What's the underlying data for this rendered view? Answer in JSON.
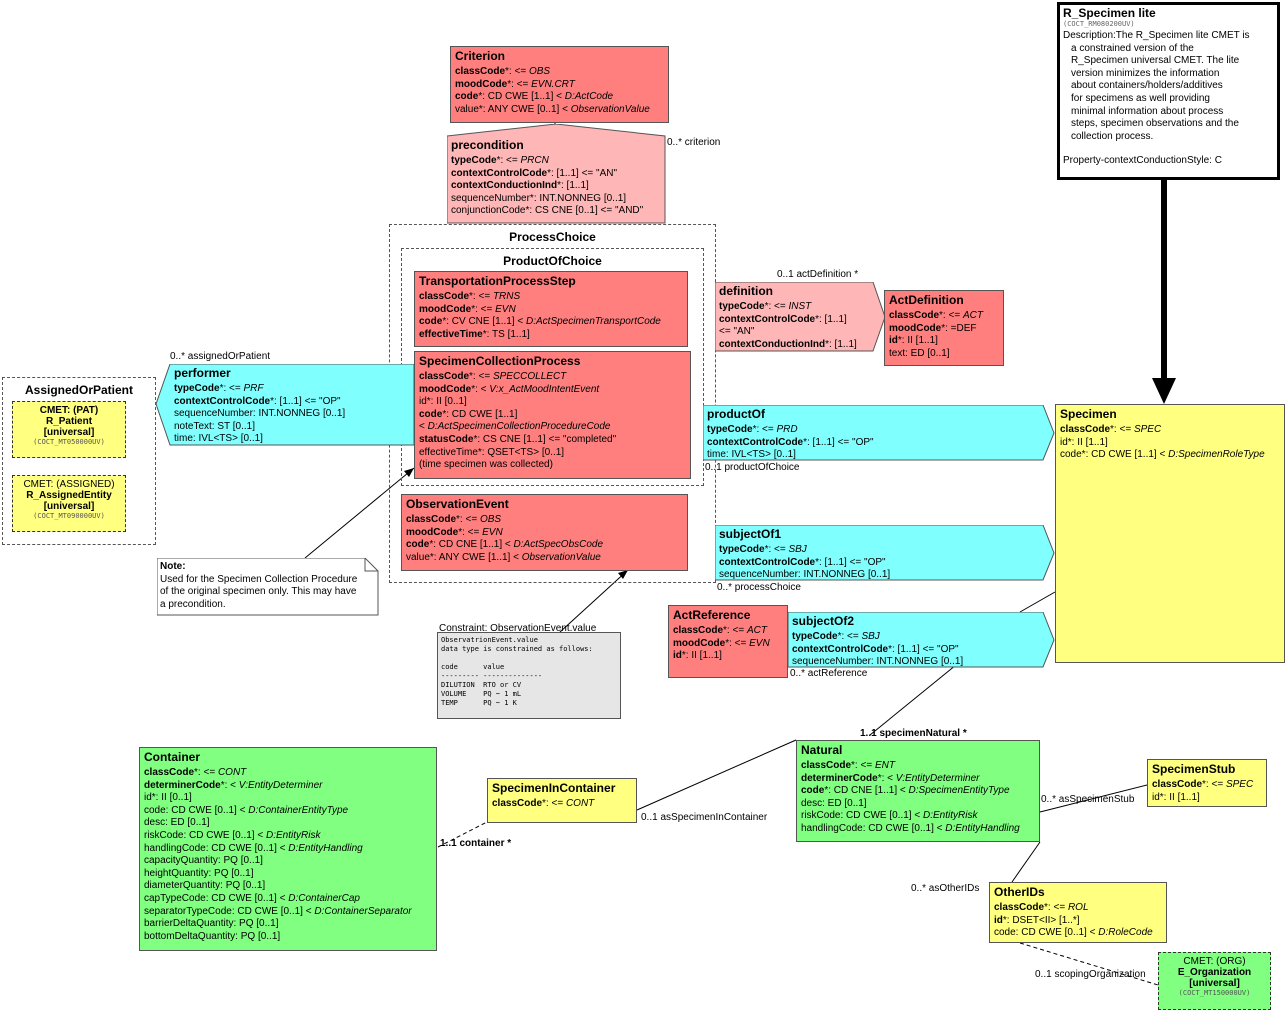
{
  "r_specimen": {
    "title": "R_Specimen lite",
    "code": "(COCT_RM080200UV)",
    "desc": [
      "Description:The R_Specimen lite CMET is",
      "a constrained version of the",
      "R_Specimen universal CMET. The lite",
      "version minimizes the information",
      "about containers/holders/additives",
      "for specimens as well providing",
      "minimal information about process",
      "steps, specimen observations and the",
      "collection process."
    ],
    "property": "Property-contextConductionStyle: C"
  },
  "criterion": {
    "title": "Criterion",
    "rows": [
      {
        "b": "classCode",
        "t": "*: <= ",
        "i": "OBS"
      },
      {
        "b": "moodCode",
        "t": "*: <= ",
        "i": "EVN.CRT"
      },
      {
        "b": "code",
        "t": "*: CD CWE [1..1] < ",
        "i": "D:ActCode"
      },
      {
        "b": "",
        "t": "value*: ANY CWE [0..1] < ",
        "i": "ObservationValue"
      }
    ]
  },
  "precondition": {
    "title": "precondition",
    "rows": [
      {
        "b": "typeCode",
        "t": "*: <= ",
        "i": "PRCN"
      },
      {
        "b": "contextControlCode",
        "t": "*: [1..1] <= \"AN\"",
        "i": ""
      },
      {
        "b": "contextConductionInd",
        "t": "*: [1..1]",
        "i": ""
      },
      {
        "b": "",
        "t": "sequenceNumber*: INT.NONNEG [0..1]",
        "i": ""
      },
      {
        "b": "",
        "t": "conjunctionCode*: CS CNE [0..1] <= \"AND\"",
        "i": ""
      }
    ],
    "label": "0..* criterion"
  },
  "process_choice": "ProcessChoice",
  "product_of_choice": "ProductOfChoice",
  "transport": {
    "title": "TransportationProcessStep",
    "rows": [
      {
        "b": "classCode",
        "t": "*: <= ",
        "i": "TRNS"
      },
      {
        "b": "moodCode",
        "t": "*: <= ",
        "i": "EVN"
      },
      {
        "b": "code",
        "t": "*: CV CNE [1..1] < ",
        "i": "D:ActSpecimenTransportCode"
      },
      {
        "b": "effectiveTime",
        "t": "*: TS [1..1]",
        "i": ""
      }
    ]
  },
  "collection": {
    "title": "SpecimenCollectionProcess",
    "rows": [
      {
        "b": "classCode",
        "t": "*: <= ",
        "i": "SPECCOLLECT"
      },
      {
        "b": "moodCode",
        "t": "*: < ",
        "i": "V:x_ActMoodIntentEvent"
      },
      {
        "b": "",
        "t": "id*: II [0..1]",
        "i": ""
      },
      {
        "b": "code",
        "t": "*: CD CWE [1..1]",
        "i": ""
      },
      {
        "b": "",
        "t": " < ",
        "i": "D:ActSpecimenCollectionProcedureCode"
      },
      {
        "b": "statusCode",
        "t": "*: CS CNE [1..1] <= \"completed\"",
        "i": ""
      },
      {
        "b": "",
        "t": "effectiveTime*: QSET<TS> [0..1]",
        "i": ""
      },
      {
        "b": "",
        "t": " (time specimen was collected)",
        "i": ""
      }
    ]
  },
  "observation": {
    "title": "ObservationEvent",
    "rows": [
      {
        "b": "classCode",
        "t": "*: <= ",
        "i": "OBS"
      },
      {
        "b": "moodCode",
        "t": "*: <= ",
        "i": "EVN"
      },
      {
        "b": "code",
        "t": "*: CD CNE [1..1] < ",
        "i": "D:ActSpecObsCode"
      },
      {
        "b": "",
        "t": "value*: ANY CWE [1..1] < ",
        "i": "ObservationValue"
      }
    ]
  },
  "definition": {
    "title": "definition",
    "rows": [
      {
        "b": "typeCode",
        "t": "*: <= ",
        "i": "INST"
      },
      {
        "b": "contextControlCode",
        "t": "*: [1..1]",
        "i": ""
      },
      {
        "b": "",
        "t": " <= \"AN\"",
        "i": ""
      },
      {
        "b": "contextConductionInd",
        "t": "*: [1..1]",
        "i": ""
      }
    ],
    "label": "0..1 actDefinition  *"
  },
  "actdefinition": {
    "title": "ActDefinition",
    "rows": [
      {
        "b": "classCode",
        "t": "*: <= ",
        "i": "ACT"
      },
      {
        "b": "moodCode",
        "t": "*: =DEF",
        "i": ""
      },
      {
        "b": "id",
        "t": "*: II [1..1]",
        "i": ""
      },
      {
        "b": "",
        "t": "text: ED [0..1]",
        "i": ""
      }
    ]
  },
  "assigned_or_patient": {
    "title": "AssignedOrPatient",
    "cmet1": {
      "l1": "CMET: (PAT)",
      "l2": "R_Patient",
      "l3": "[universal]",
      "l4": "(COCT_MT050000UV)"
    },
    "cmet2": {
      "l1": "CMET: (ASSIGNED)",
      "l2": "R_AssignedEntity",
      "l3": "[universal]",
      "l4": "(COCT_MT090000UV)"
    }
  },
  "performer": {
    "title": "performer",
    "rows": [
      {
        "b": "typeCode",
        "t": "*: <= ",
        "i": "PRF"
      },
      {
        "b": "contextControlCode",
        "t": "*: [1..1] <= \"OP\"",
        "i": ""
      },
      {
        "b": "",
        "t": "sequenceNumber: INT.NONNEG [0..1]",
        "i": ""
      },
      {
        "b": "",
        "t": "noteText: ST [0..1]",
        "i": ""
      },
      {
        "b": "",
        "t": "time: IVL<TS> [0..1]",
        "i": ""
      }
    ],
    "label": "0..* assignedOrPatient"
  },
  "note": {
    "title": "Note:",
    "lines": [
      "Used for the Specimen Collection Procedure",
      "of the original specimen only. This may have",
      "a precondition."
    ]
  },
  "constraint": {
    "label": "Constraint: ObservationEvent.value",
    "text": "ObservatrionEvent.value\ndata type is constrained as follows:\n\ncode      value\n--------- --------------\nDILUTION  RTO or CV\nVOLUME    PQ ~ 1 mL\nTEMP      PQ ~ 1 K"
  },
  "productof": {
    "title": "productOf",
    "rows": [
      {
        "b": "typeCode",
        "t": "*: <= ",
        "i": "PRD"
      },
      {
        "b": "contextControlCode",
        "t": "*: [1..1] <= \"OP\"",
        "i": ""
      },
      {
        "b": "",
        "t": "time: IVL<TS> [0..1]",
        "i": ""
      }
    ],
    "label": "0..1 productOfChoice"
  },
  "subjectof1": {
    "title": "subjectOf1",
    "rows": [
      {
        "b": "typeCode",
        "t": "*: <= ",
        "i": "SBJ"
      },
      {
        "b": "contextControlCode",
        "t": "*: [1..1] <= \"OP\"",
        "i": ""
      },
      {
        "b": "",
        "t": "sequenceNumber: INT.NONNEG [0..1]",
        "i": ""
      }
    ],
    "label": "0..* processChoice"
  },
  "actreference": {
    "title": "ActReference",
    "rows": [
      {
        "b": "classCode",
        "t": "*: <= ",
        "i": "ACT"
      },
      {
        "b": "moodCode",
        "t": "*: <= ",
        "i": "EVN"
      },
      {
        "b": "id",
        "t": "*: II [1..1]",
        "i": ""
      }
    ]
  },
  "subjectof2": {
    "title": "subjectOf2",
    "rows": [
      {
        "b": "typeCode",
        "t": "*: <= ",
        "i": "SBJ"
      },
      {
        "b": "contextControlCode",
        "t": "*: [1..1] <= \"OP\"",
        "i": ""
      },
      {
        "b": "",
        "t": "sequenceNumber: INT.NONNEG [0..1]",
        "i": ""
      }
    ],
    "label": "0..* actReference"
  },
  "specimen": {
    "title": "Specimen",
    "rows": [
      {
        "b": "classCode",
        "t": "*: <= ",
        "i": "SPEC"
      },
      {
        "b": "",
        "t": "id*: II [1..1]",
        "i": ""
      },
      {
        "b": "",
        "t": "code*: CD CWE [1..1] < ",
        "i": "D:SpecimenRoleType"
      }
    ]
  },
  "container": {
    "title": "Container",
    "rows": [
      {
        "b": "classCode",
        "t": "*: <= ",
        "i": "CONT"
      },
      {
        "b": "determinerCode",
        "t": "*: < ",
        "i": "V:EntityDeterminer"
      },
      {
        "b": "",
        "t": "id*: II [0..1]",
        "i": ""
      },
      {
        "b": "",
        "t": "code: CD CWE [0..1] < ",
        "i": "D:ContainerEntityType"
      },
      {
        "b": "",
        "t": "desc: ED [0..1]",
        "i": ""
      },
      {
        "b": "",
        "t": "riskCode: CD CWE [0..1] < ",
        "i": "D:EntityRisk"
      },
      {
        "b": "",
        "t": "handlingCode: CD CWE [0..1] < ",
        "i": "D:EntityHandling"
      },
      {
        "b": "",
        "t": "capacityQuantity: PQ [0..1]",
        "i": ""
      },
      {
        "b": "",
        "t": "heightQuantity: PQ [0..1]",
        "i": ""
      },
      {
        "b": "",
        "t": "diameterQuantity: PQ [0..1]",
        "i": ""
      },
      {
        "b": "",
        "t": "capTypeCode: CD CWE [0..1] < ",
        "i": "D:ContainerCap"
      },
      {
        "b": "",
        "t": "separatorTypeCode: CD CWE [0..1] < ",
        "i": "D:ContainerSeparator"
      },
      {
        "b": "",
        "t": "barrierDeltaQuantity: PQ [0..1]",
        "i": ""
      },
      {
        "b": "",
        "t": "bottomDeltaQuantity: PQ [0..1]",
        "i": ""
      }
    ]
  },
  "specimen_in_container": {
    "title": "SpecimenInContainer",
    "rows": [
      {
        "b": "classCode",
        "t": "*: <= ",
        "i": "CONT"
      }
    ],
    "label_container": "1..1 container  *",
    "label_as": "0..1 asSpecimenInContainer"
  },
  "natural": {
    "title": "Natural",
    "rows": [
      {
        "b": "classCode",
        "t": "*: <= ",
        "i": "ENT"
      },
      {
        "b": "determinerCode",
        "t": "*: < ",
        "i": "V:EntityDeterminer"
      },
      {
        "b": "code",
        "t": "*: CD CNE [1..1] < ",
        "i": "D:SpecimenEntityType"
      },
      {
        "b": "",
        "t": "desc: ED [0..1]",
        "i": ""
      },
      {
        "b": "",
        "t": "riskCode: CD CWE [0..1] < ",
        "i": "D:EntityRisk"
      },
      {
        "b": "",
        "t": "handlingCode: CD CWE [0..1] < ",
        "i": "D:EntityHandling"
      }
    ],
    "label": "1..1 specimenNatural  *"
  },
  "specimen_stub": {
    "title": "SpecimenStub",
    "rows": [
      {
        "b": "classCode",
        "t": "*: <= ",
        "i": "SPEC"
      },
      {
        "b": "",
        "t": "id*: II [1..1]",
        "i": ""
      }
    ],
    "label": "0..* asSpecimenStub"
  },
  "other_ids": {
    "title": "OtherIDs",
    "rows": [
      {
        "b": "classCode",
        "t": "*: <= ",
        "i": "ROL"
      },
      {
        "b": "id",
        "t": "*: DSET<II> [1..*]",
        "i": ""
      },
      {
        "b": "",
        "t": "code: CD CWE [0..1] < ",
        "i": "D:RoleCode"
      }
    ],
    "label": "0..* asOtherIDs",
    "label_scoping": "0..1 scopingOrganization"
  },
  "cmet_org": {
    "l1": "CMET: (ORG)",
    "l2": "E_Organization",
    "l3": "[universal]",
    "l4": "(COCT_MT150000UV)"
  }
}
